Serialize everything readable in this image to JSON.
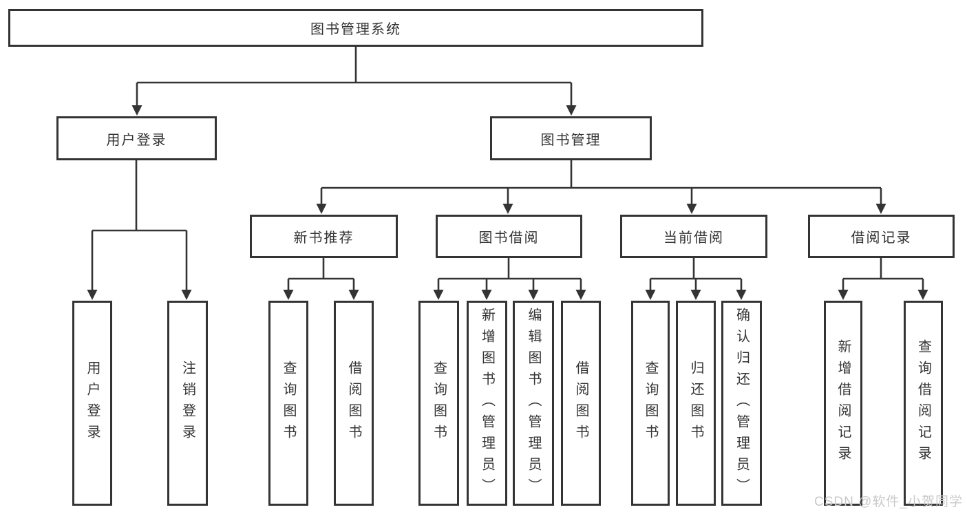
{
  "diagram": {
    "root_label": "图书管理系统",
    "level2": [
      {
        "label": "用户登录",
        "leaves": [
          "用户登录",
          "注销登录"
        ]
      },
      {
        "label": "图书管理"
      }
    ],
    "level3": [
      {
        "label": "新书推荐",
        "leaves": [
          "查询图书",
          "借阅图书"
        ]
      },
      {
        "label": "图书借阅",
        "leaves": [
          "查询图书",
          "新增图书（管理员）",
          "编辑图书（管理员）",
          "借阅图书"
        ]
      },
      {
        "label": "当前借阅",
        "leaves": [
          "查询图书",
          "归还图书",
          "确认归还（管理员）"
        ]
      },
      {
        "label": "借阅记录",
        "leaves": [
          "新增借阅记录",
          "查询借阅记录"
        ]
      }
    ]
  },
  "watermark": "CSDN @软件_小贺同学",
  "colors": {
    "line": "#343434",
    "box_border": "#343434",
    "box_fill": "#ffffff",
    "text": "#333333",
    "watermark": "#c9c9c9"
  }
}
